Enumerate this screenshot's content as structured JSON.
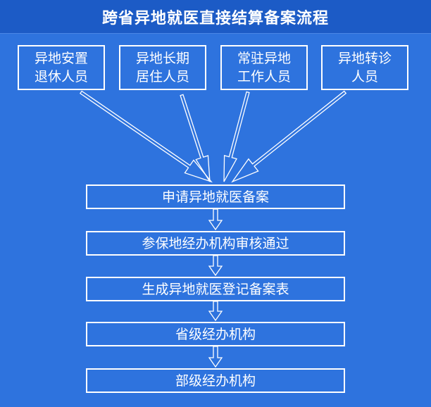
{
  "title": "跨省异地就医直接结算备案流程",
  "sources": [
    {
      "line1": "异地安置",
      "line2": "退休人员"
    },
    {
      "line1": "异地长期",
      "line2": "居住人员"
    },
    {
      "line1": "常驻异地",
      "line2": "工作人员"
    },
    {
      "line1": "异地转诊",
      "line2": "人员"
    }
  ],
  "steps": [
    "申请异地就医备案",
    "参保地经办机构审核通过",
    "生成异地就医登记备案表",
    "省级经办机构",
    "部级经办机构"
  ]
}
